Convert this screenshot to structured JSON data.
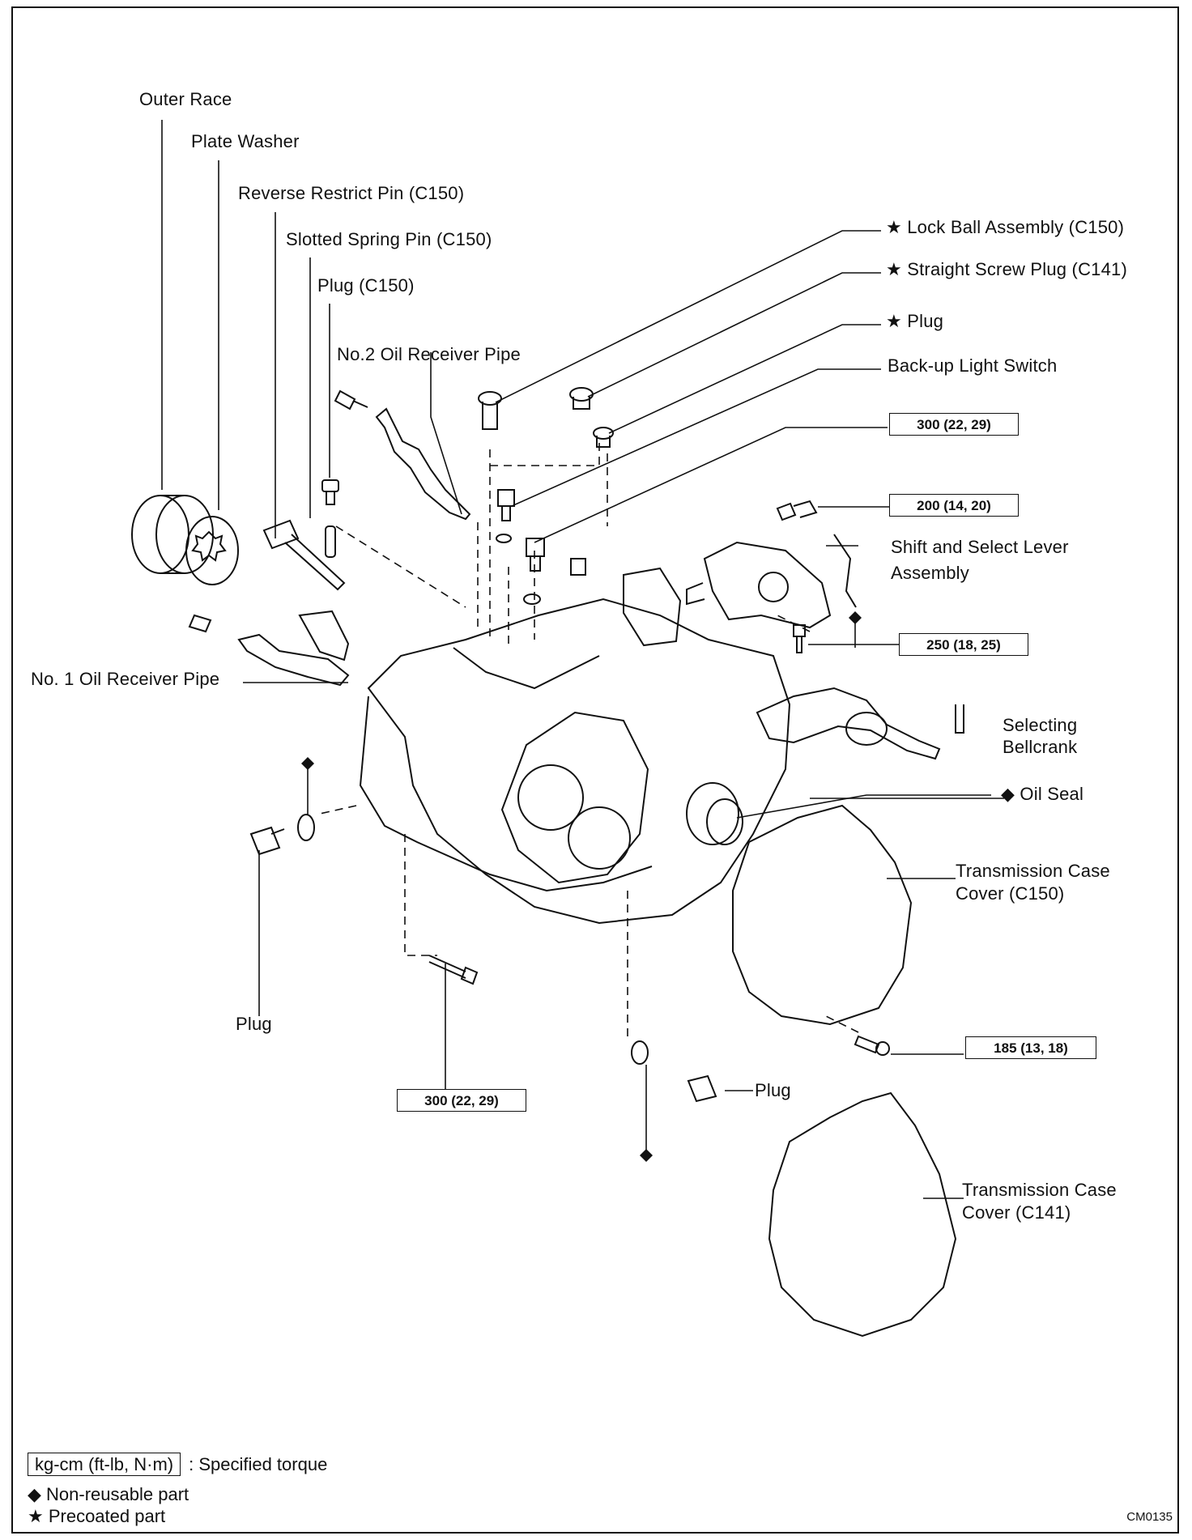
{
  "labels": {
    "outer_race": "Outer Race",
    "plate_washer": "Plate Washer",
    "reverse_restrict_pin": "Reverse Restrict Pin (C150)",
    "slotted_spring_pin": "Slotted Spring Pin (C150)",
    "plug_c150": "Plug (C150)",
    "no2_oil_receiver_pipe": "No.2 Oil Receiver Pipe",
    "lock_ball_assembly": "★ Lock Ball Assembly (C150)",
    "straight_screw_plug": "★ Straight Screw Plug (C141)",
    "plug_star": "★ Plug",
    "backup_light_switch": "Back-up Light Switch",
    "shift_select_lever": "Shift and Select Lever Assembly",
    "no1_oil_receiver_pipe": "No. 1 Oil Receiver Pipe",
    "selecting_bellcrank": "Selecting Bellcrank",
    "oil_seal": "◆ Oil Seal",
    "case_cover_c150": "Transmission Case Cover (C150)",
    "plug_left": "Plug",
    "plug_bottom": "Plug",
    "case_cover_c141": "Transmission Case Cover (C141)"
  },
  "torques": {
    "t300_top": "300 (22, 29)",
    "t200": "200 (14, 20)",
    "t250": "250 (18, 25)",
    "t185": "185 (13, 18)",
    "t300_bottom": "300 (22, 29)"
  },
  "legend": {
    "torque_unit": "kg-cm (ft-lb, N·m)",
    "torque_desc": ":  Specified torque",
    "nonreusable": "◆  Non-reusable part",
    "precoated": "★  Precoated part"
  },
  "figure_code": "CM0135"
}
